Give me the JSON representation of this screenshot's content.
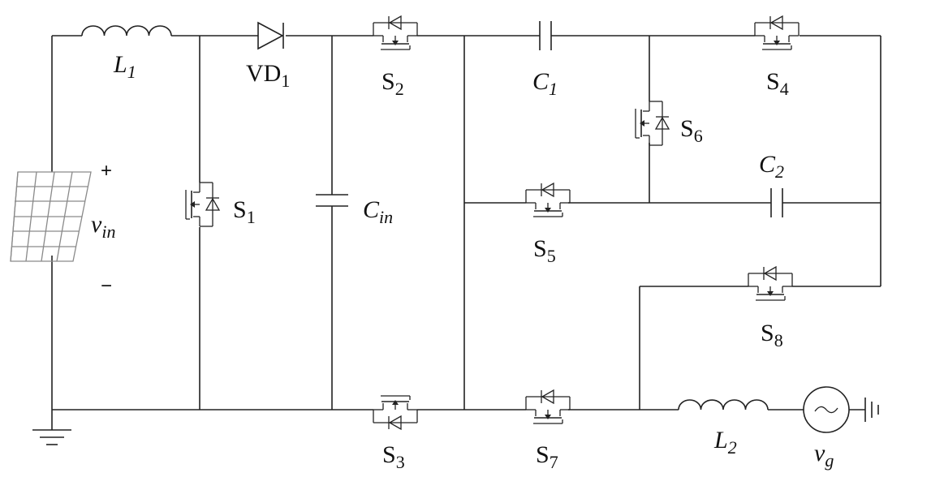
{
  "labels": {
    "L1": {
      "main": "L",
      "sub": "1"
    },
    "VD1": {
      "main": "VD",
      "sub": "1"
    },
    "S1": {
      "main": "S",
      "sub": "1"
    },
    "S2": {
      "main": "S",
      "sub": "2"
    },
    "S3": {
      "main": "S",
      "sub": "3"
    },
    "S4": {
      "main": "S",
      "sub": "4"
    },
    "S5": {
      "main": "S",
      "sub": "5"
    },
    "S6": {
      "main": "S",
      "sub": "6"
    },
    "S7": {
      "main": "S",
      "sub": "7"
    },
    "S8": {
      "main": "S",
      "sub": "8"
    },
    "C1": {
      "main": "C",
      "sub": "1"
    },
    "C2": {
      "main": "C",
      "sub": "2"
    },
    "Cin": {
      "main": "C",
      "sub": "in"
    },
    "L2": {
      "main": "L",
      "sub": "2"
    },
    "vin": {
      "main": "v",
      "sub": "in"
    },
    "vg": {
      "main": "v",
      "sub": "g"
    }
  },
  "polarity": {
    "plus": "+",
    "minus": "−"
  }
}
